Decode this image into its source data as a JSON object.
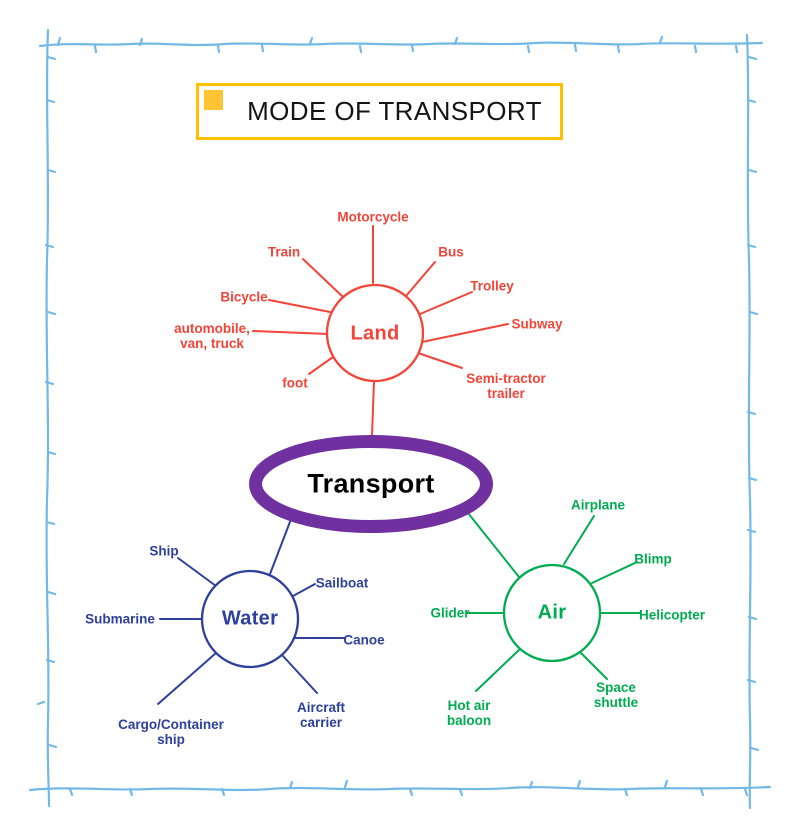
{
  "title": {
    "label": "MODE OF TRANSPORT",
    "border_color": "#FFC000",
    "square_color": "#FFC432"
  },
  "center_node": {
    "label": "Transport",
    "ring_color": "#7030A0",
    "text_color": "#000000"
  },
  "branches": {
    "land": {
      "label": "Land",
      "color": "#F24438",
      "spokes": {
        "motorcycle": "Motorcycle",
        "train": "Train",
        "bus": "Bus",
        "bicycle": "Bicycle",
        "trolley": "Trolley",
        "automobile": "automobile,\nvan, truck",
        "subway": "Subway",
        "foot": "foot",
        "semi_tractor": "Semi-tractor\ntrailer"
      }
    },
    "water": {
      "label": "Water",
      "color": "#2E409B",
      "spokes": {
        "ship": "Ship",
        "sailboat": "Sailboat",
        "submarine": "Submarine",
        "canoe": "Canoe",
        "cargo": "Cargo/Container\nship",
        "aircraft_carrier": "Aircraft\ncarrier"
      }
    },
    "air": {
      "label": "Air",
      "color": "#00AC50",
      "spokes": {
        "airplane": "Airplane",
        "blimp": "Blimp",
        "glider": "Glider",
        "helicopter": "Helicopter",
        "hot_air_baloon": "Hot air\nbaloon",
        "space_shuttle": "Space\nshuttle"
      }
    }
  },
  "decorations": {
    "border_color": "#72B9E6",
    "background_color": "#FFFFFF"
  }
}
